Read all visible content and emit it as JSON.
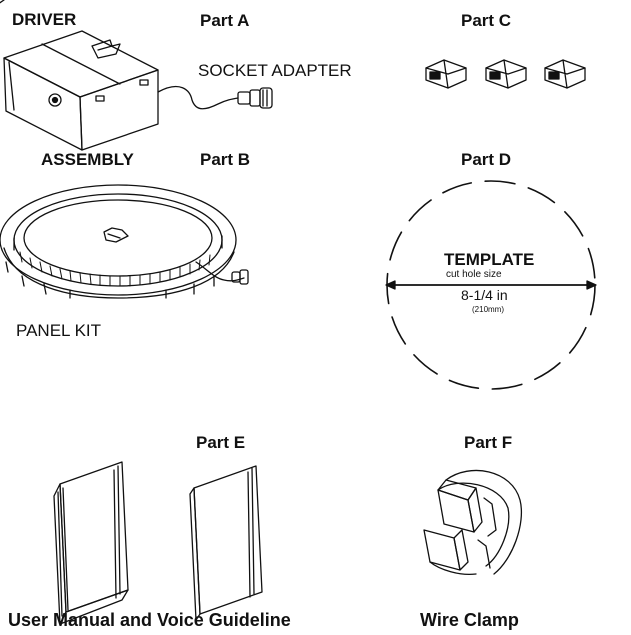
{
  "labels": {
    "driver": "DRIVER",
    "part_a": "Part A",
    "part_c": "Part C",
    "socket_adapter": "SOCKET ADAPTER",
    "assembly": "ASSEMBLY",
    "part_b": "Part B",
    "part_d": "Part D",
    "panel_kit": "PANEL KIT",
    "part_e": "Part  E",
    "part_f": "Part  F",
    "user_manual": "User Manual and Voice Guideline",
    "wire_clamp": "Wire Clamp"
  },
  "template": {
    "title": "TEMPLATE",
    "subtitle": "cut hole size",
    "size": "8-1/4 in",
    "size_mm": "(210mm)"
  }
}
